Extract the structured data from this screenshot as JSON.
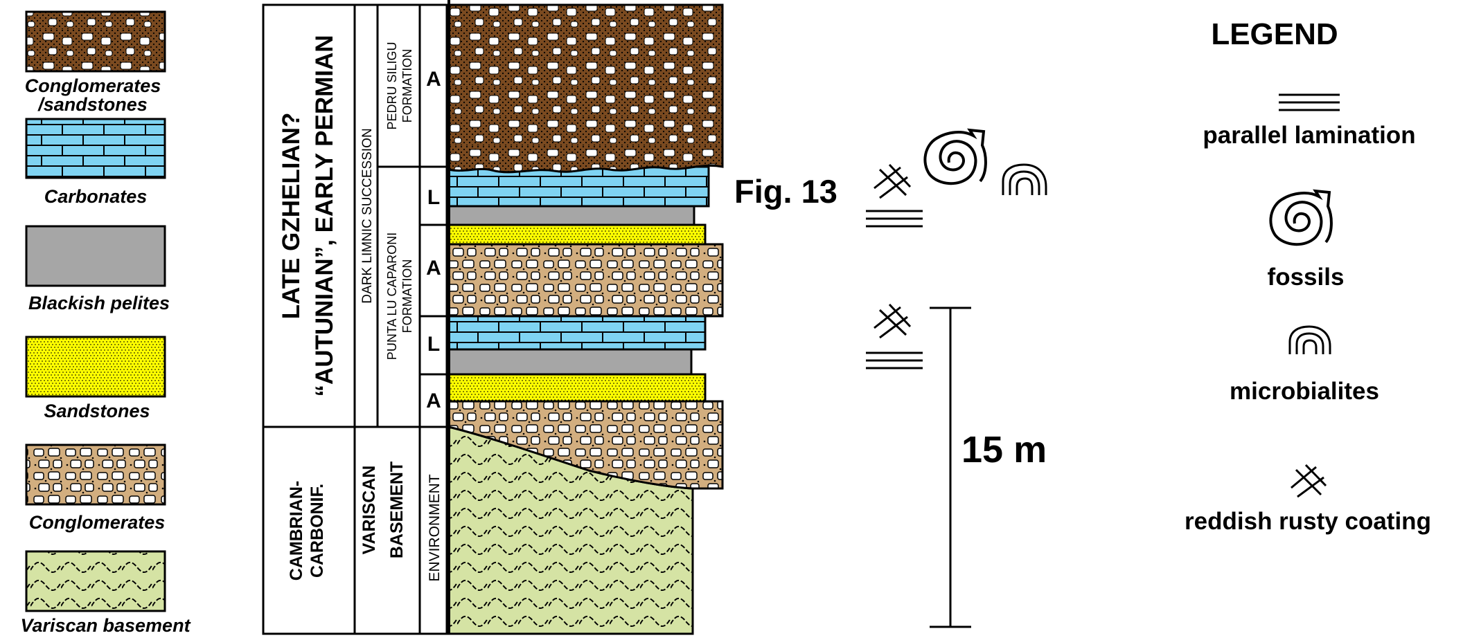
{
  "lithology_key": [
    {
      "label": "Conglomerates",
      "label2": "/sandstones",
      "pattern": "conglomerate-sandstone"
    },
    {
      "label": "Carbonates",
      "pattern": "carbonate"
    },
    {
      "label": "Blackish pelites",
      "pattern": "pelite"
    },
    {
      "label": "Sandstones",
      "pattern": "sandstone"
    },
    {
      "label": "Conglomerates",
      "pattern": "conglomerate"
    },
    {
      "label": "Variscan basement",
      "pattern": "basement"
    }
  ],
  "stratigraphy": {
    "age_upper_line1": "LATE GZHELIAN?",
    "age_upper_line2": "“AUTUNIAN”, EARLY PERMIAN",
    "age_lower_line1": "CAMBRIAN-",
    "age_lower_line2": "CARBONIF.",
    "succession": "DARK LIMNIC SUCCESSION",
    "formation_upper_line1": "PEDRU SILIGU",
    "formation_upper_line2": "FORMATION",
    "formation_lower_line1": "PUNTA LU CAPARONI",
    "formation_lower_line2": "FORMATION",
    "basement_line1": "VARISCAN",
    "basement_line2": "BASEMENT",
    "environment_header": "ENVIRONMENT",
    "environment_codes": [
      "A",
      "L",
      "A",
      "L",
      "A"
    ]
  },
  "annotations": {
    "figure_ref": "Fig. 13",
    "scale_label": "15 m",
    "scale_meters": 15
  },
  "legend": {
    "title": "LEGEND",
    "items": [
      {
        "symbol": "parallel-lamination-icon",
        "label": "parallel lamination"
      },
      {
        "symbol": "fossil-spiral-icon",
        "label": "fossils"
      },
      {
        "symbol": "microbialite-icon",
        "label": "microbialites"
      },
      {
        "symbol": "rusty-coating-icon",
        "label": "reddish rusty coating"
      }
    ]
  },
  "colors": {
    "conglomerate_sandstone": "#7a4a20",
    "carbonate": "#7fd3f2",
    "pelite": "#a6a6a6",
    "sandstone": "#ffff00",
    "conglomerate": "#d2ae7f",
    "basement": "#d5e3a4"
  }
}
